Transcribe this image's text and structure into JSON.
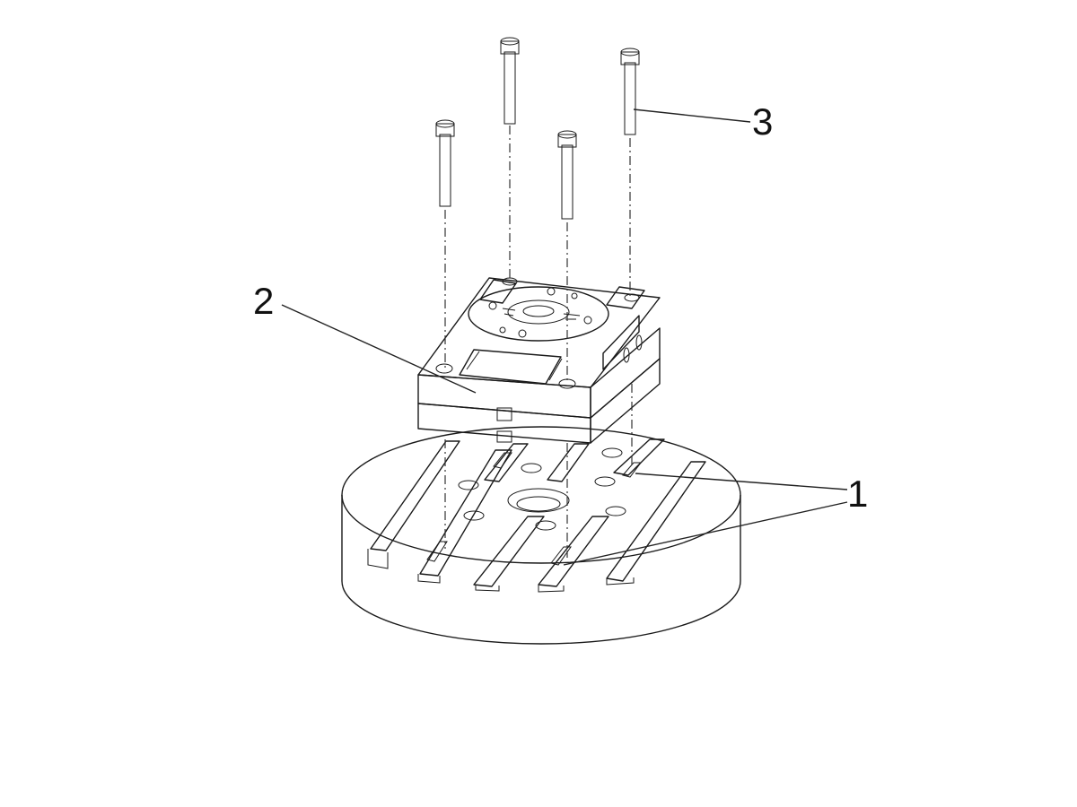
{
  "callouts": {
    "t_nuts": "1",
    "adapter_plate": "2",
    "screws": "3"
  },
  "colors": {
    "table_face": "#ffffff",
    "table_top": "#f2f2f2",
    "plate_side": "#d2d2d2",
    "plate_top": "#e4e4e4",
    "screw": "#8c8c8c",
    "t_nut": "#9a9a9a",
    "outline": "#1a1a1a"
  }
}
